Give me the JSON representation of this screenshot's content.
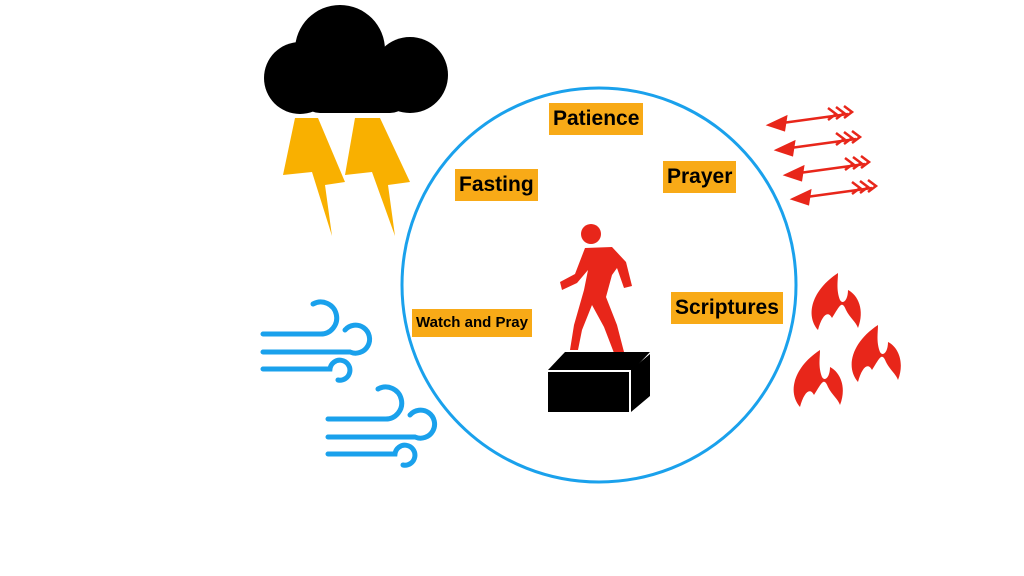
{
  "labels": {
    "patience": "Patience",
    "fasting": "Fasting",
    "prayer": "Prayer",
    "scriptures": "Scriptures",
    "watch_and_pray": "Watch and Pray"
  },
  "colors": {
    "circle": "#1AA1EC",
    "label_bg": "#F8AA17",
    "figure": "#E8261A",
    "lightning": "#F9B000",
    "wind": "#1AA1EC",
    "cloud": "#000000"
  }
}
